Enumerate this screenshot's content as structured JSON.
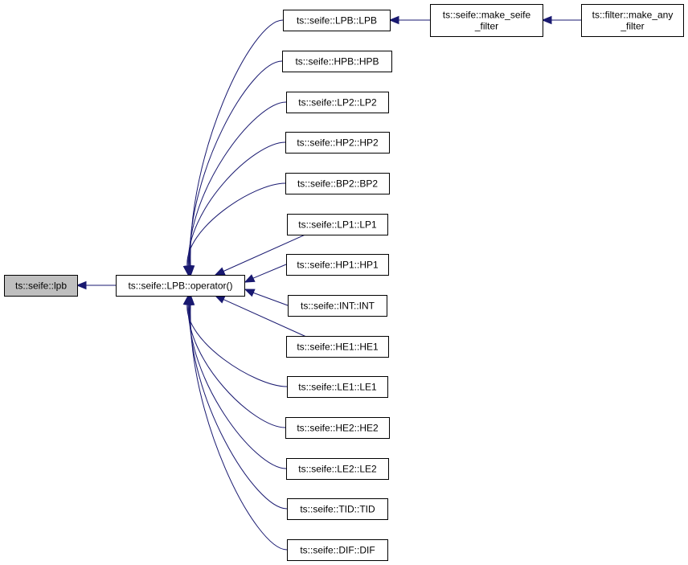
{
  "diagram": {
    "type": "doxygen-caller-graph",
    "colors": {
      "edge": "#191970",
      "highlight_fill": "#bfbfbf",
      "node_fill": "#ffffff",
      "node_border": "#000000"
    },
    "nodes": [
      {
        "id": "lpb",
        "label": [
          "ts::seife::lpb"
        ],
        "highlight": true
      },
      {
        "id": "lpb_op",
        "label": [
          "ts::seife::LPB::operator()"
        ]
      },
      {
        "id": "lpb_ctor",
        "label": [
          "ts::seife::LPB::LPB"
        ]
      },
      {
        "id": "make_seife",
        "label": [
          "ts::seife::make_seife",
          "_filter"
        ]
      },
      {
        "id": "make_any",
        "label": [
          "ts::filter::make_any",
          "_filter"
        ]
      },
      {
        "id": "hpb",
        "label": [
          "ts::seife::HPB::HPB"
        ]
      },
      {
        "id": "lp2",
        "label": [
          "ts::seife::LP2::LP2"
        ]
      },
      {
        "id": "hp2",
        "label": [
          "ts::seife::HP2::HP2"
        ]
      },
      {
        "id": "bp2",
        "label": [
          "ts::seife::BP2::BP2"
        ]
      },
      {
        "id": "lp1",
        "label": [
          "ts::seife::LP1::LP1"
        ]
      },
      {
        "id": "hp1",
        "label": [
          "ts::seife::HP1::HP1"
        ]
      },
      {
        "id": "int",
        "label": [
          "ts::seife::INT::INT"
        ]
      },
      {
        "id": "he1",
        "label": [
          "ts::seife::HE1::HE1"
        ]
      },
      {
        "id": "le1",
        "label": [
          "ts::seife::LE1::LE1"
        ]
      },
      {
        "id": "he2",
        "label": [
          "ts::seife::HE2::HE2"
        ]
      },
      {
        "id": "le2",
        "label": [
          "ts::seife::LE2::LE2"
        ]
      },
      {
        "id": "tid",
        "label": [
          "ts::seife::TID::TID"
        ]
      },
      {
        "id": "dif",
        "label": [
          "ts::seife::DIF::DIF"
        ]
      }
    ],
    "edges": [
      {
        "from": "lpb_op",
        "to": "lpb"
      },
      {
        "from": "lpb_ctor",
        "to": "lpb_op"
      },
      {
        "from": "hpb",
        "to": "lpb_op"
      },
      {
        "from": "lp2",
        "to": "lpb_op"
      },
      {
        "from": "hp2",
        "to": "lpb_op"
      },
      {
        "from": "bp2",
        "to": "lpb_op"
      },
      {
        "from": "lp1",
        "to": "lpb_op"
      },
      {
        "from": "hp1",
        "to": "lpb_op"
      },
      {
        "from": "int",
        "to": "lpb_op"
      },
      {
        "from": "he1",
        "to": "lpb_op"
      },
      {
        "from": "le1",
        "to": "lpb_op"
      },
      {
        "from": "he2",
        "to": "lpb_op"
      },
      {
        "from": "le2",
        "to": "lpb_op"
      },
      {
        "from": "tid",
        "to": "lpb_op"
      },
      {
        "from": "dif",
        "to": "lpb_op"
      },
      {
        "from": "make_seife",
        "to": "lpb_ctor"
      },
      {
        "from": "make_any",
        "to": "make_seife"
      }
    ]
  }
}
